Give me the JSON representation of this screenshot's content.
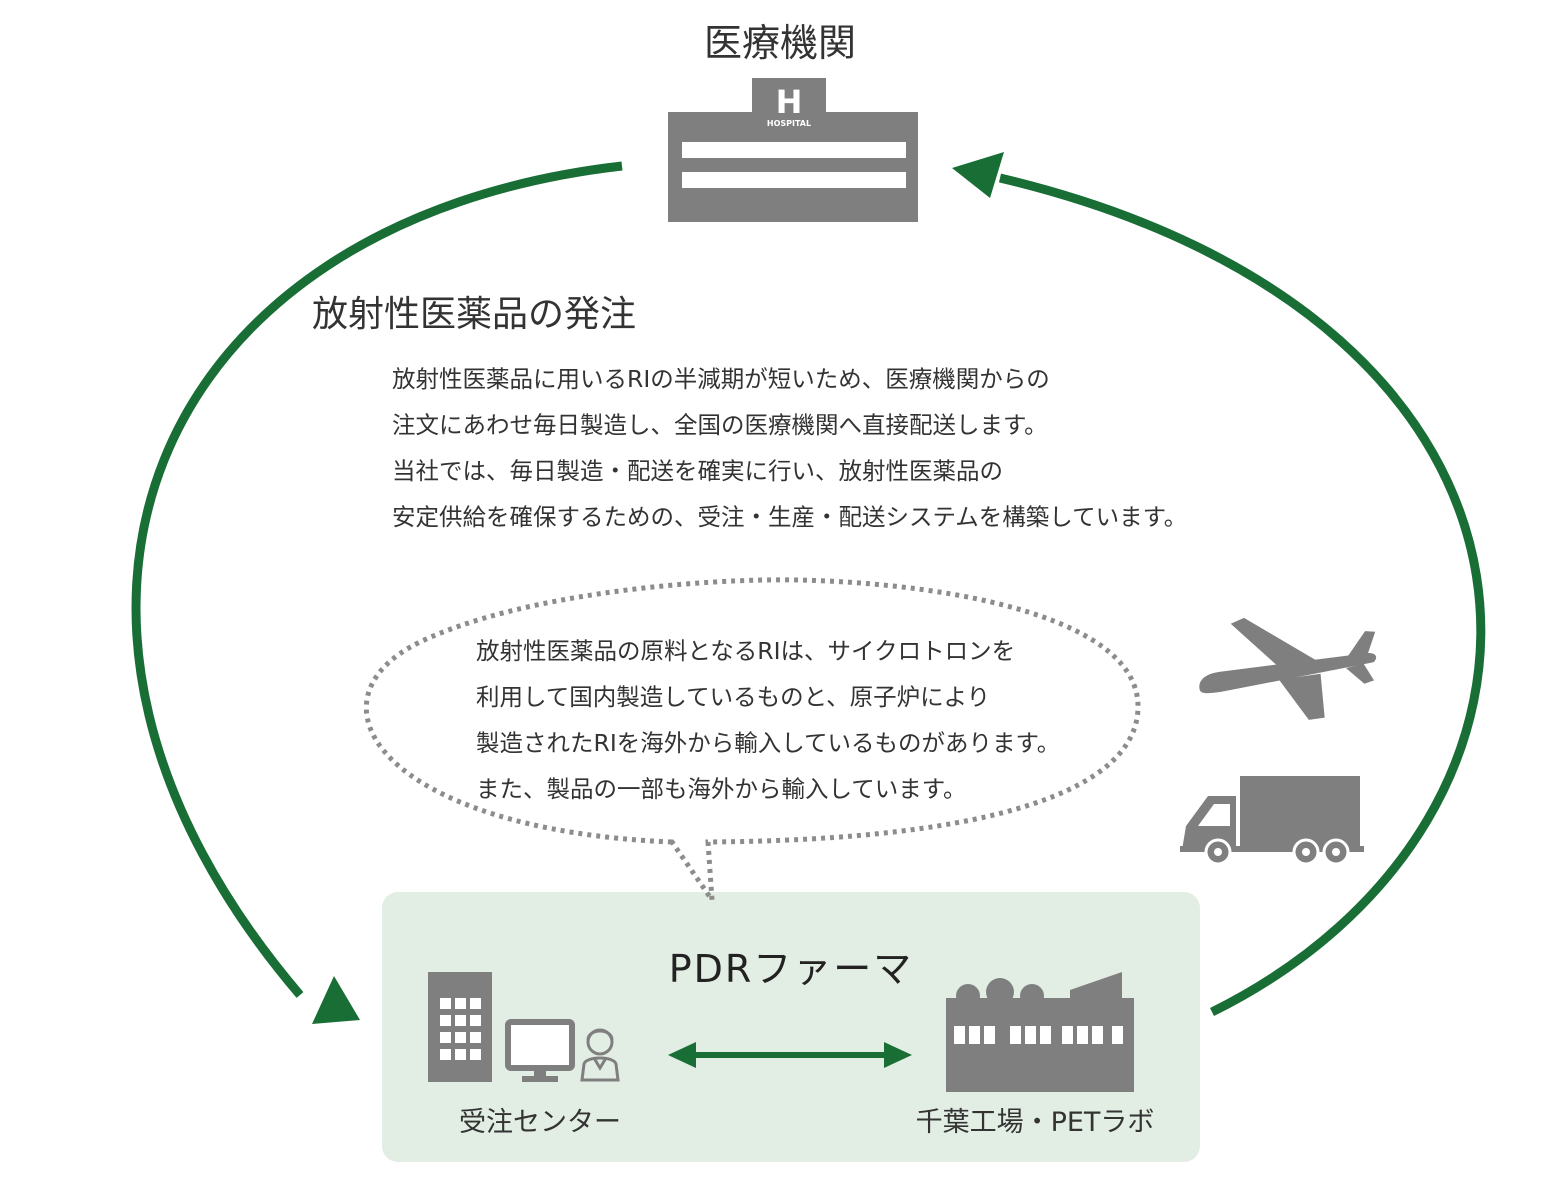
{
  "colors": {
    "arrow_green": "#186e35",
    "icon_gray": "#7f7f7f",
    "panel_bg": "#e2ede3",
    "dotted_gray": "#8c8c8c",
    "text": "#333333"
  },
  "hospital": {
    "title": "医療機関",
    "sign_letter": "H",
    "sign_text": "HOSPITAL",
    "icon": "hospital-building-icon"
  },
  "order": {
    "heading": "放射性医薬品の発注",
    "lines": [
      "放射性医薬品に用いるRIの半減期が短いため、医療機関からの",
      "注文にあわせ毎日製造し、全国の医療機関へ直接配送します。",
      "当社では、毎日製造・配送を確実に行い、放射性医薬品の",
      "安定供給を確保するための、受注・生産・配送システムを構築しています。"
    ]
  },
  "bubble": {
    "lines": [
      "放射性医薬品の原料となるRIは、サイクロトロンを",
      "利用して国内製造しているものと、原子炉により",
      "製造されたRIを海外から輸入しているものがあります。",
      "また、製品の一部も海外から輸入しています。"
    ]
  },
  "company": {
    "name": "PDRファーマ",
    "order_center_label": "受注センター",
    "factory_label": "千葉工場・PETラボ"
  },
  "icons": {
    "order_center": [
      "office-building-icon",
      "computer-monitor-icon",
      "operator-person-icon"
    ],
    "factory": "factory-icon",
    "transport": [
      "airplane-icon",
      "delivery-truck-icon"
    ]
  }
}
